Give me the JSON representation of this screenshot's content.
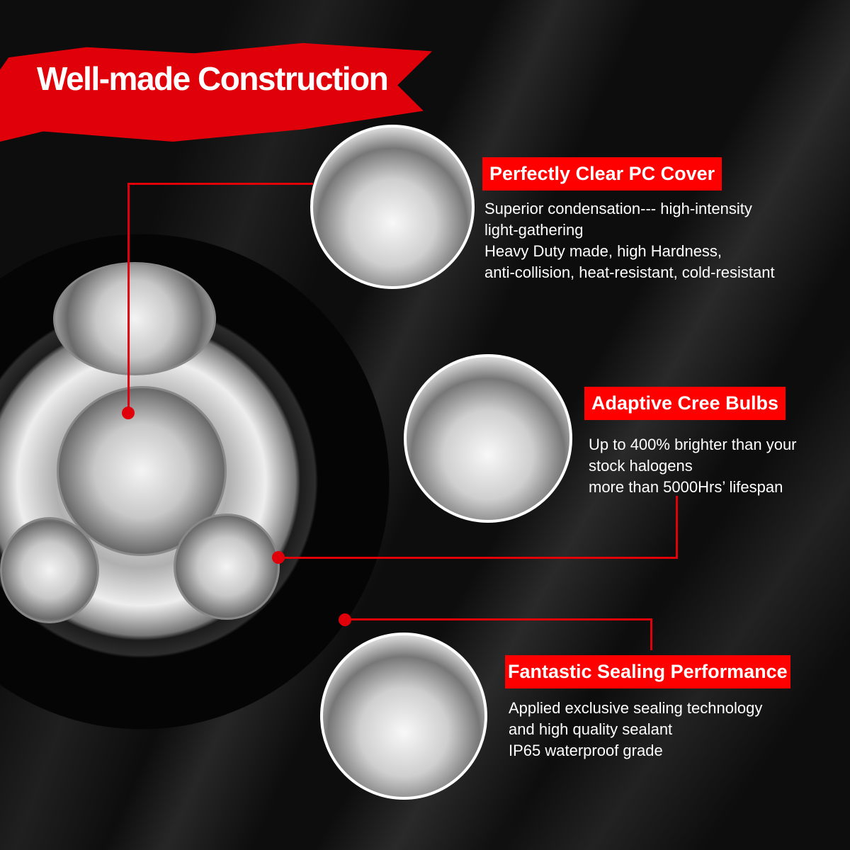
{
  "title": "Well-made Construction",
  "features": [
    {
      "heading": "Perfectly Clear PC Cover",
      "lines": [
        "Superior condensation--- high-intensity",
        "light-gathering",
        "Heavy Duty made, high Hardness,",
        "anti-collision, heat-resistant, cold-resistant"
      ]
    },
    {
      "heading": "Adaptive Cree Bulbs",
      "lines": [
        "Up to 400% brighter than your",
        "stock halogens",
        "more than 5000Hrs’ lifespan"
      ]
    },
    {
      "heading": "Fantastic Sealing Performance",
      "lines": [
        "Applied exclusive sealing technology",
        "and high quality sealant",
        "IP65 waterproof grade"
      ]
    }
  ],
  "colors": {
    "accent": "#ff0000",
    "background": "#0d0d0d"
  }
}
